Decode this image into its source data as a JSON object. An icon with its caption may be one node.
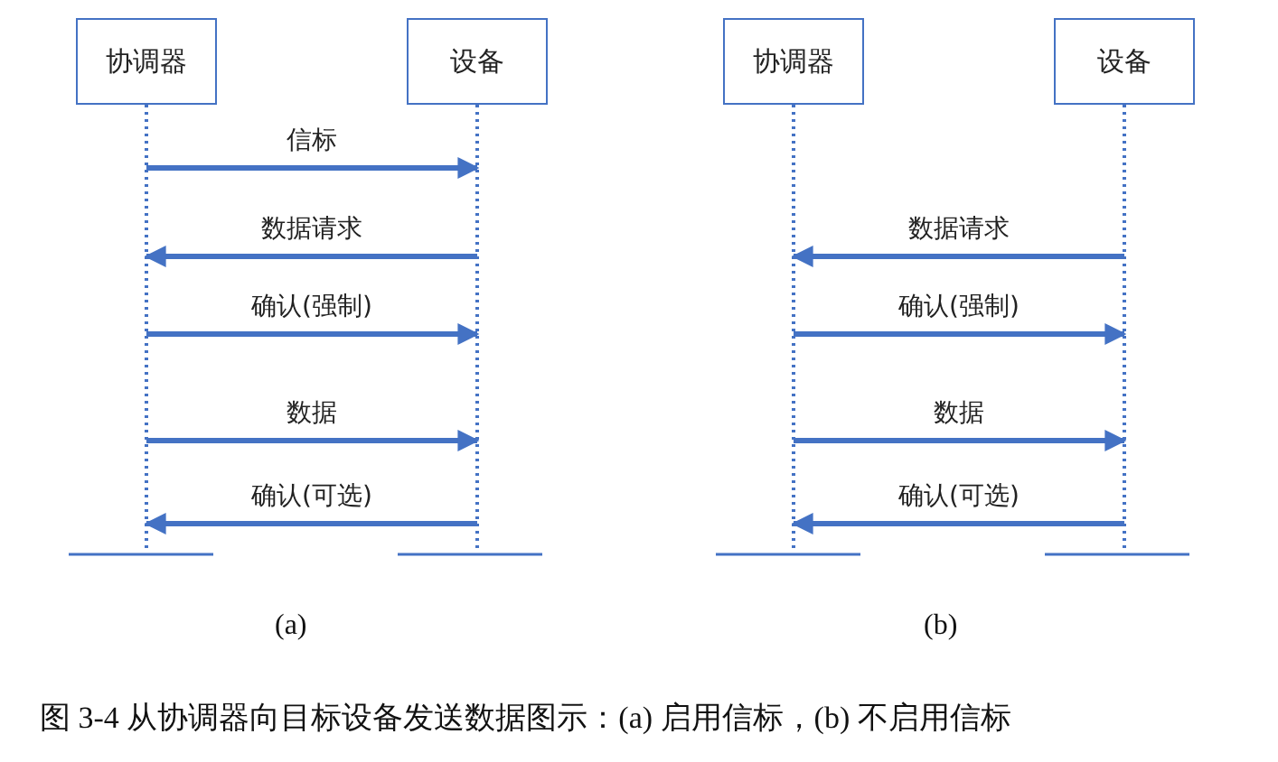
{
  "diagram": {
    "caption": "图 3-4 从协调器向目标设备发送数据图示：(a) 启用信标，(b) 不启用信标",
    "nodes": [
      {
        "text": [
          "协调器"
        ]
      },
      {
        "text": [
          "设备"
        ]
      },
      {
        "text": [
          "协调器"
        ]
      },
      {
        "text": [
          "设备"
        ]
      }
    ],
    "edges": [
      {
        "from": 0,
        "to": 1,
        "arrow": "to",
        "label": "信标"
      },
      {
        "from": 1,
        "to": 0,
        "arrow": "to",
        "label": "数据请求"
      },
      {
        "from": 0,
        "to": 1,
        "arrow": "to",
        "label": "确认(强制)"
      },
      {
        "from": 0,
        "to": 1,
        "arrow": "to",
        "label": "数据"
      },
      {
        "from": 1,
        "to": 0,
        "arrow": "to",
        "label": "确认(可选)"
      },
      {
        "from": 3,
        "to": 2,
        "arrow": "to",
        "label": "数据请求"
      },
      {
        "from": 2,
        "to": 3,
        "arrow": "to",
        "label": "确认(强制)"
      },
      {
        "from": 2,
        "to": 3,
        "arrow": "to",
        "label": "数据"
      },
      {
        "from": 3,
        "to": 2,
        "arrow": "to",
        "label": "确认(可选)"
      }
    ],
    "labels": [
      "(a)",
      "(b)"
    ]
  }
}
